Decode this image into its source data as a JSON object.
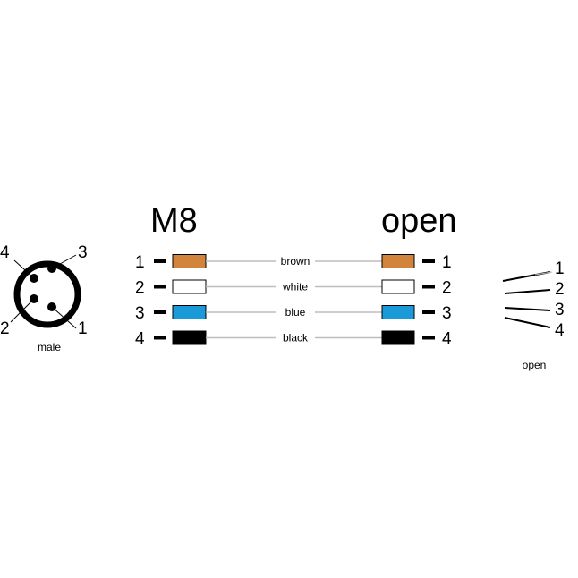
{
  "connector": {
    "label": "male",
    "pins": [
      "1",
      "2",
      "3",
      "4"
    ]
  },
  "cable": {
    "left_title": "M8",
    "right_title": "open",
    "rows": [
      {
        "pin": "1",
        "color_name": "brown",
        "color": "#d2843c"
      },
      {
        "pin": "2",
        "color_name": "white",
        "color": "#ffffff"
      },
      {
        "pin": "3",
        "color_name": "blue",
        "color": "#1a9ad8"
      },
      {
        "pin": "4",
        "color_name": "black",
        "color": "#000000"
      }
    ]
  },
  "open_end": {
    "label": "open",
    "wires": [
      "1",
      "2",
      "3",
      "4"
    ]
  }
}
